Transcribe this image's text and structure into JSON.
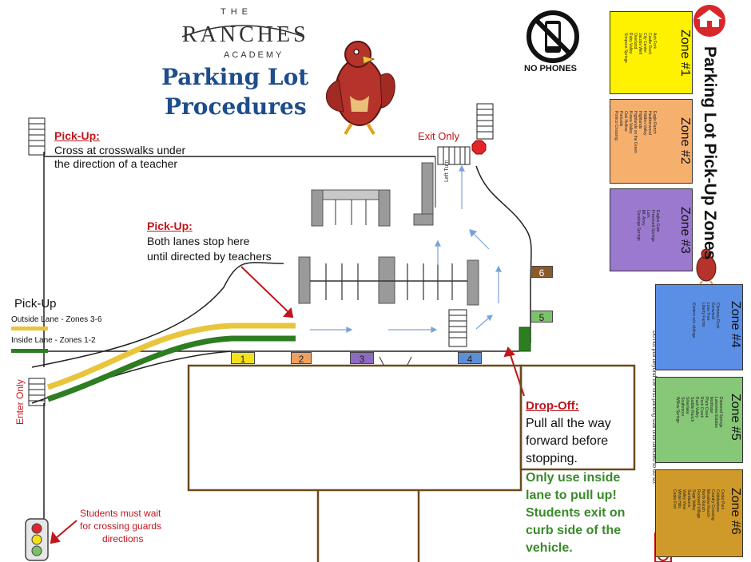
{
  "header": {
    "the": "THE",
    "school_name": "RANCHES",
    "academy": "ACADEMY",
    "title_line1": "Parking Lot",
    "title_line2": "Procedures"
  },
  "no_phones": "NO PHONES",
  "zones_heading": "Parking Lot Pick-Up Zones",
  "exit_label": "Exit Only",
  "enter_label": "Enter Only",
  "left_turn_label": "Left Turn",
  "pickup_crosswalk": {
    "heading": "Pick-Up:",
    "line1": "Cross at crosswalks under",
    "line2": "the direction of a teacher"
  },
  "pickup_lanes": {
    "heading": "Pick-Up:",
    "line1": "Both lanes stop here",
    "line2": "until directed by teachers"
  },
  "legend": {
    "title": "Pick-Up",
    "outside": "Outside Lane  - Zones 3-6",
    "inside": "Inside Lane  - Zones 1-2",
    "outside_color": "#e8c53c",
    "inside_color": "#2e7d23"
  },
  "dropoff": {
    "heading": "Drop-Off:",
    "line1": "Pull all the way",
    "line2": "forward before",
    "line3": "stopping."
  },
  "green_note": {
    "line1": "Only use inside",
    "line2": "lane to pull up!",
    "line3": "Students exit on",
    "line4": "curb side of the",
    "line5": "vehicle."
  },
  "guards_note": {
    "line1": "Students must wait",
    "line2": "for crossing guards",
    "line3": "directions"
  },
  "side_warning": "Do not pull beyond the first parking stall until directed to do so.",
  "lot_markers": [
    {
      "label": "1",
      "color": "#f2e21c"
    },
    {
      "label": "2",
      "color": "#f0a060"
    },
    {
      "label": "3",
      "color": "#8c6cc0"
    },
    {
      "label": "4",
      "color": "#5b8fd6"
    },
    {
      "label": "5",
      "color": "#7cc26a"
    },
    {
      "label": "6",
      "color": "#8a5a2b"
    }
  ],
  "zones": [
    {
      "title": "Zone #1",
      "color": "#fff200",
      "list": "Ash Fork\nCastle Rock\nCity Center\nJacobs Well\nOverland\nRuby Valley\nSimpson Springs"
    },
    {
      "title": "Zone #2",
      "color": "#f6b06e",
      "list": "Eagle Ranch\nHeatherwood\nHidden Valley\nHighlands\nHighlands on the Green\nKiowa Valley\nOak Hollow\nParkside\nPortico Crossing"
    },
    {
      "title": "Zone #3",
      "color": "#9b79cf",
      "list": "Eagles Gate\nFreemont Springs\nLark\nMt. Airey\nSaratoga Springs"
    },
    {
      "title": "Zone #4",
      "color": "#5b8fe6",
      "list": "Chimney Rock\nKenwood\nLone Tree\nLiberty Farms\n\nKinders w/o siblings"
    },
    {
      "title": "Zone #5",
      "color": "#86c877",
      "list": "Diamond Springs\nLakeview Estates\nNorthstar\nPlum Creek\nRock Creek\nRush Valley\nSaddle Ranch\nSilverlake\nSouthmoor\nWillow Springs"
    },
    {
      "title": "Zone #6",
      "color": "#d09a2a",
      "list": "Cedar Park\nCobblestone\nCountry Crossing\nMeadow Ranch\nNorth Ranch\nRockwell Village\nSage Valley\nSundance\nValley View\nWhite Hills\nCedar Fort"
    }
  ]
}
